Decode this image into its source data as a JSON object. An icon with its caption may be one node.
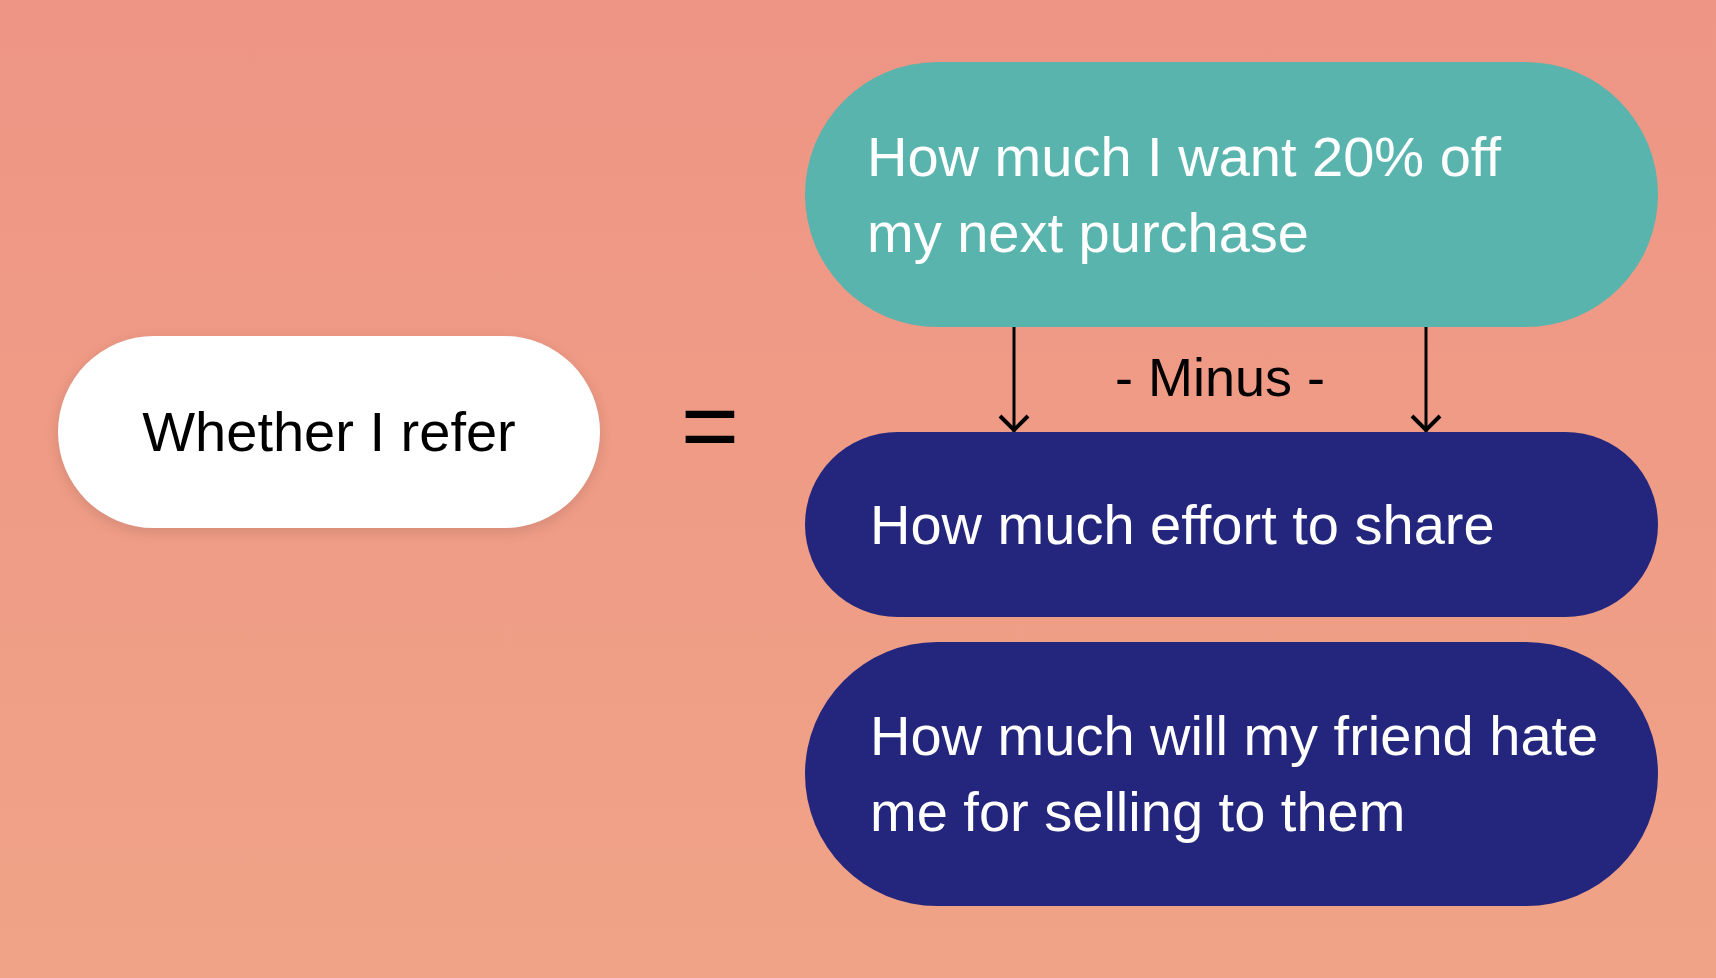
{
  "diagram": {
    "nodes": [
      {
        "text": [
          "Whether I refer"
        ]
      },
      {
        "text": [
          "How much I want 20% off my next purchase"
        ]
      },
      {
        "text": [
          "How much effort to share"
        ]
      },
      {
        "text": [
          "How much will my friend hate me for selling to them"
        ]
      }
    ],
    "edges": [
      {
        "from": 1,
        "to": 2,
        "arrow": "to"
      },
      {
        "from": 1,
        "to": 2,
        "arrow": "to"
      }
    ],
    "labels": [
      "=",
      "- Minus -"
    ]
  }
}
